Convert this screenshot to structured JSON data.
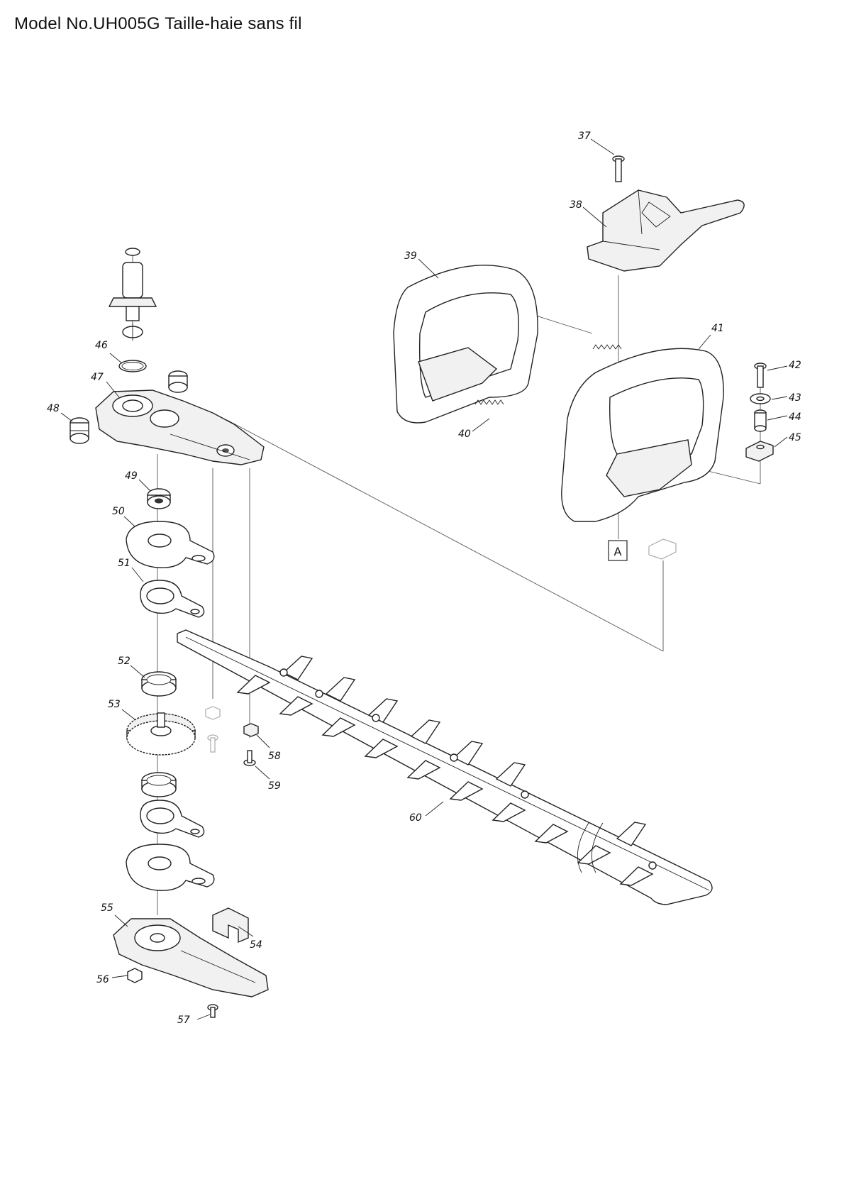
{
  "header": {
    "title": "Model No.UH005G Taille-haie sans fil"
  },
  "diagram": {
    "reference_box": "A",
    "callouts": [
      "37",
      "38",
      "39",
      "40",
      "41",
      "42",
      "43",
      "44",
      "45",
      "46",
      "47",
      "48",
      "49",
      "50",
      "51",
      "52",
      "53",
      "54",
      "55",
      "56",
      "57",
      "58",
      "59",
      "60"
    ]
  }
}
